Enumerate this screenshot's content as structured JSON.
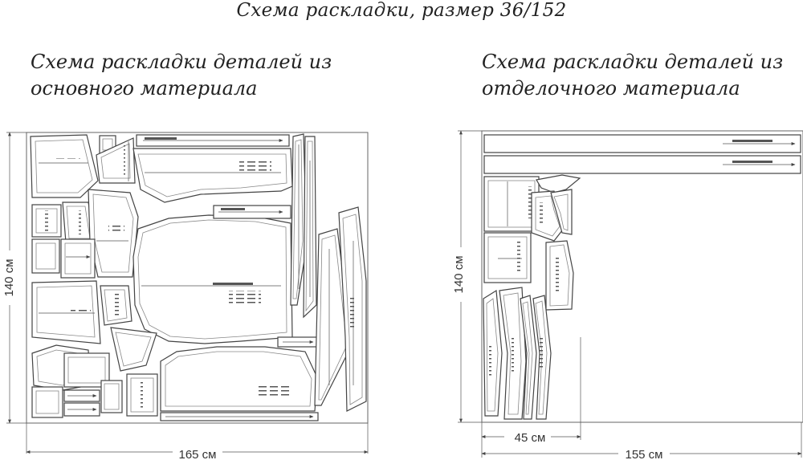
{
  "title": "Схема раскладки, размер 36/152",
  "left_scheme": {
    "title_line1": "Схема раскладки деталей из",
    "title_line2": "основного материала",
    "width_label": "165 см",
    "height_label": "140 см"
  },
  "right_scheme": {
    "title_line1": "Схема раскладки деталей из",
    "title_line2": "отделочного материала",
    "width_label": "155 см",
    "height_label": "140 см",
    "sub_width_label": "45 см"
  }
}
